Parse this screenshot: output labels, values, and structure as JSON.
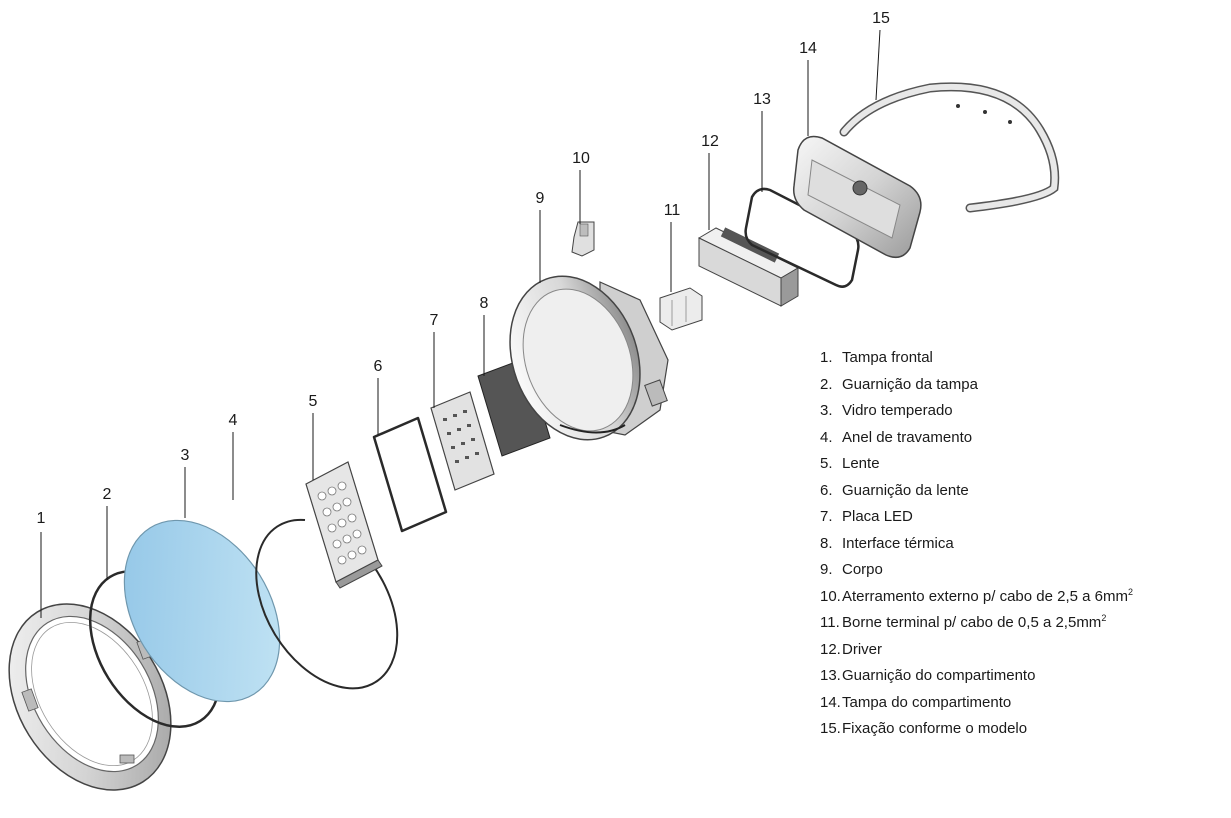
{
  "callouts": [
    "1",
    "2",
    "3",
    "4",
    "5",
    "6",
    "7",
    "8",
    "9",
    "10",
    "11",
    "12",
    "13",
    "14",
    "15"
  ],
  "legend": [
    {
      "num": "1.",
      "text": "Tampa frontal",
      "sup": ""
    },
    {
      "num": "2.",
      "text": "Guarnição da tampa",
      "sup": ""
    },
    {
      "num": "3.",
      "text": "Vidro temperado",
      "sup": ""
    },
    {
      "num": "4.",
      "text": "Anel de travamento",
      "sup": ""
    },
    {
      "num": "5.",
      "text": "Lente",
      "sup": ""
    },
    {
      "num": "6.",
      "text": "Guarnição da lente",
      "sup": ""
    },
    {
      "num": "7.",
      "text": "Placa LED",
      "sup": ""
    },
    {
      "num": "8.",
      "text": "Interface térmica",
      "sup": ""
    },
    {
      "num": "9.",
      "text": "Corpo",
      "sup": ""
    },
    {
      "num": "10.",
      "text": "Aterramento externo p/ cabo de 2,5 a 6mm",
      "sup": "2"
    },
    {
      "num": "11.",
      "text": "Borne terminal p/ cabo de 0,5 a 2,5mm",
      "sup": "2"
    },
    {
      "num": "12.",
      "text": "Driver",
      "sup": ""
    },
    {
      "num": "13.",
      "text": "Guarnição do compartimento",
      "sup": ""
    },
    {
      "num": "14.",
      "text": "Tampa do compartimento",
      "sup": ""
    },
    {
      "num": "15.",
      "text": "Fixação conforme o modelo",
      "sup": ""
    }
  ],
  "colors": {
    "glass": "#a9d4ec",
    "metal_light": "#e6e6e6",
    "metal_mid": "#bdbdbd",
    "outline": "#333333",
    "gasket": "#2a2a2a",
    "thermal_pad": "#555555"
  }
}
